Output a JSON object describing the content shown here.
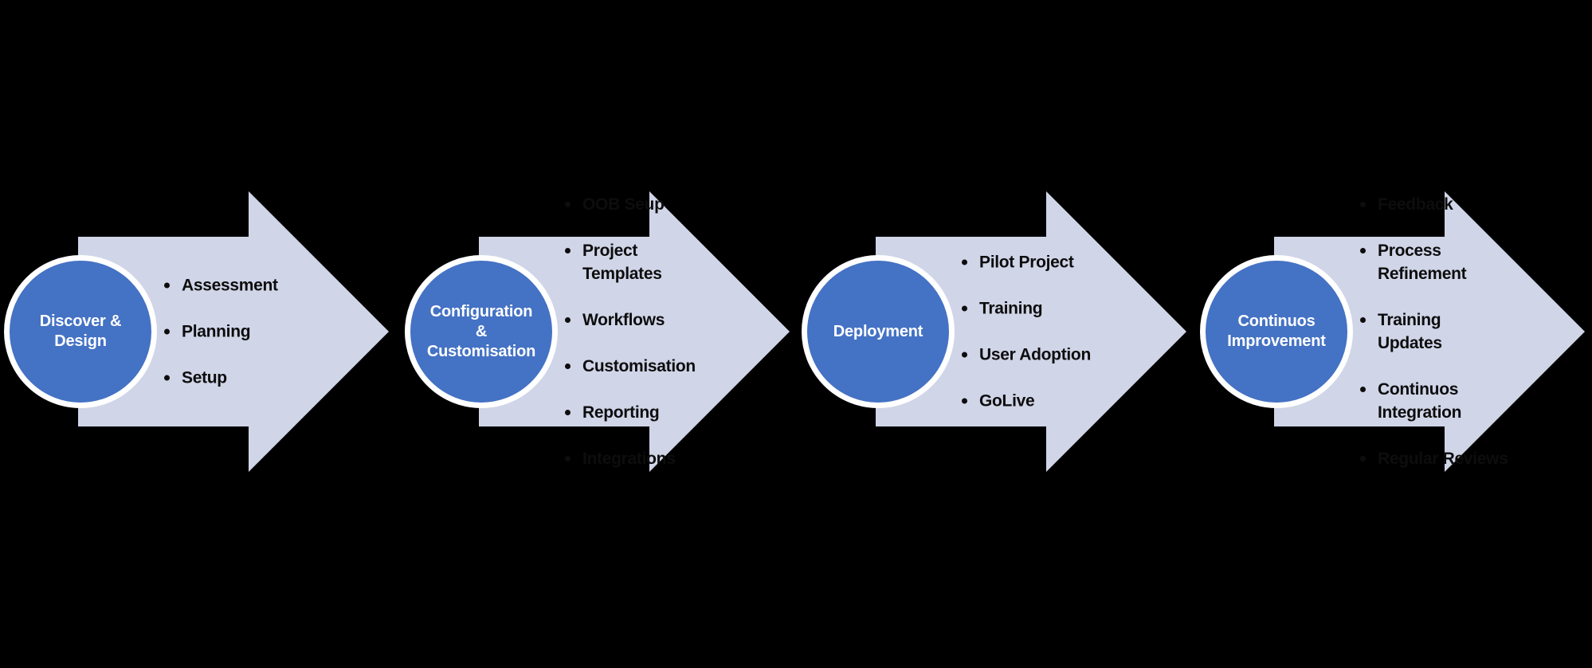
{
  "diagram": {
    "type": "process-flow",
    "stages": [
      {
        "title": "Discover &\nDesign",
        "bullets": [
          "Assessment",
          "Planning",
          "Setup"
        ]
      },
      {
        "title": "Configuration\n&\nCustomisation",
        "bullets": [
          "OOB Seup",
          "Project\nTemplates",
          "Workflows",
          "Customisation",
          "Reporting",
          "Integrations"
        ]
      },
      {
        "title": "Deployment",
        "bullets": [
          "Pilot Project",
          "Training",
          "User Adoption",
          "GoLive"
        ]
      },
      {
        "title": "Continuos\nImprovement",
        "bullets": [
          "Feedback",
          "Process\nRefinement",
          "Training\nUpdates",
          "Continuos\nIntegration",
          "Regular Reviews"
        ]
      }
    ]
  },
  "colors": {
    "background": "#000000",
    "arrow_fill": "#D0D5E8",
    "circle_fill": "#4472C4",
    "circle_ring": "#FFFFFF",
    "title_text": "#FFFFFF",
    "bullet_text": "#0D0D0D"
  }
}
